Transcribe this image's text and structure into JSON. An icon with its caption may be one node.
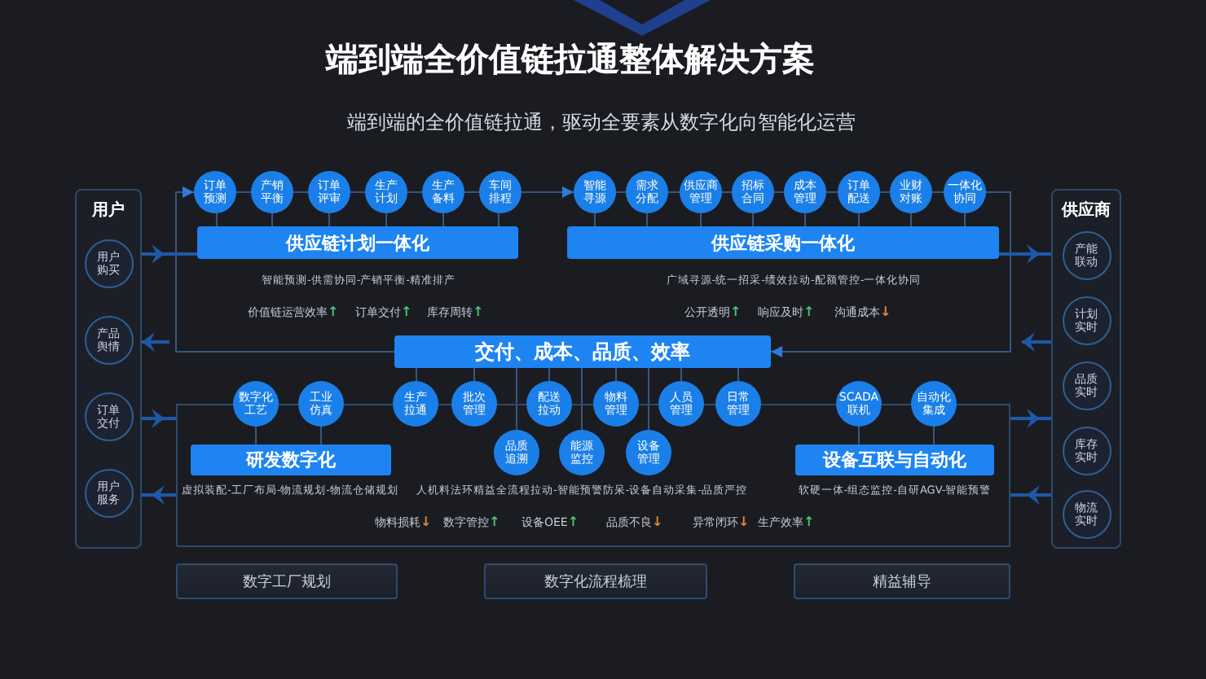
{
  "diagram": {
    "title": "端到端全价值链拉通整体解决方案",
    "nodes": [
      {
        "text": [
          "用户"
        ]
      },
      {
        "text": [
          "用户购买"
        ],
        "in": 0
      },
      {
        "text": [
          "产品舆情"
        ],
        "in": 0
      },
      {
        "text": [
          "订单交付"
        ],
        "in": 0
      },
      {
        "text": [
          "用户服务"
        ],
        "in": 0
      },
      {
        "text": [
          "订单预测"
        ]
      },
      {
        "text": [
          "产销平衡"
        ]
      },
      {
        "text": [
          "订单评审"
        ]
      },
      {
        "text": [
          "生产计划"
        ]
      },
      {
        "text": [
          "生产备料"
        ]
      },
      {
        "text": [
          "车间排程"
        ]
      },
      {
        "text": [
          "智能寻源"
        ]
      },
      {
        "text": [
          "需求分配"
        ]
      },
      {
        "text": [
          "供应商管理"
        ]
      },
      {
        "text": [
          "招标合同"
        ]
      },
      {
        "text": [
          "成本管理"
        ]
      },
      {
        "text": [
          "订单配送"
        ]
      },
      {
        "text": [
          "业财对账"
        ]
      },
      {
        "text": [
          "一体化协同"
        ]
      },
      {
        "text": [
          "供应链计划一体化"
        ],
        "beside": [
          "智能预测-供需协同-产销平衡-精准排产",
          "价值链运营效率↑",
          "订单交付↑",
          "库存周转↑"
        ]
      },
      {
        "text": [
          "供应链采购一体化"
        ],
        "beside": [
          "广域寻源-统一招采-绩效拉动-配额管控-一体化协同",
          "公开透明↑",
          "响应及时↑",
          "沟通成本↓"
        ]
      },
      {
        "text": [
          "交付、成本、品质、效率"
        ]
      },
      {
        "text": [],
        "shape": "box"
      },
      {
        "text": [
          "数字化工艺"
        ]
      },
      {
        "text": [
          "工业仿真"
        ]
      },
      {
        "text": [
          "生产拉通"
        ]
      },
      {
        "text": [
          "批次管理"
        ]
      },
      {
        "text": [
          "配送拉动"
        ]
      },
      {
        "text": [
          "物料管理"
        ]
      },
      {
        "text": [
          "人员管理"
        ]
      },
      {
        "text": [
          "日常管理"
        ]
      },
      {
        "text": [
          "SCADA联机"
        ]
      },
      {
        "text": [
          "自动化集成"
        ]
      },
      {
        "text": [
          "品质追溯"
        ],
        "in": 22
      },
      {
        "text": [
          "能源监控"
        ],
        "in": 22
      },
      {
        "text": [
          "设备管理"
        ],
        "in": 22
      },
      {
        "text": [
          "研发数字化"
        ],
        "in": 22,
        "beside": [
          "虚拟装配-工厂布局-物流规划-物流仓储规划"
        ]
      },
      {
        "text": [
          "设备互联与自动化"
        ],
        "in": 22,
        "beside": [
          "软硬一体-组态监控-自研AGV-智能预警"
        ]
      },
      {
        "text": [
          "供应商"
        ]
      },
      {
        "text": [
          "产能联动"
        ],
        "in": 38
      },
      {
        "text": [
          "计划实时"
        ],
        "in": 38
      },
      {
        "text": [
          "品质实时"
        ],
        "in": 38
      },
      {
        "text": [
          "库存实时"
        ],
        "in": 38
      },
      {
        "text": [
          "物流实时"
        ],
        "in": 38
      },
      {
        "text": [
          "数字工厂规划"
        ]
      },
      {
        "text": [
          "数字化流程梳理"
        ]
      },
      {
        "text": [
          "精益辅导"
        ]
      }
    ],
    "edges": [
      {
        "from": 21,
        "to": 5,
        "arrow": "to"
      },
      {
        "from": 5,
        "to": 6,
        "arrow": "none"
      },
      {
        "from": 6,
        "to": 7,
        "arrow": "none"
      },
      {
        "from": 7,
        "to": 8,
        "arrow": "none"
      },
      {
        "from": 8,
        "to": 9,
        "arrow": "none"
      },
      {
        "from": 9,
        "to": 10,
        "arrow": "none"
      },
      {
        "from": 10,
        "to": 11,
        "arrow": "to"
      },
      {
        "from": 11,
        "to": 12,
        "arrow": "none"
      },
      {
        "from": 12,
        "to": 13,
        "arrow": "none"
      },
      {
        "from": 13,
        "to": 14,
        "arrow": "none"
      },
      {
        "from": 14,
        "to": 15,
        "arrow": "none"
      },
      {
        "from": 15,
        "to": 16,
        "arrow": "none"
      },
      {
        "from": 16,
        "to": 17,
        "arrow": "none"
      },
      {
        "from": 17,
        "to": 18,
        "arrow": "none"
      },
      {
        "from": 18,
        "to": 21,
        "arrow": "to"
      },
      {
        "from": 5,
        "to": 19,
        "arrow": "none"
      },
      {
        "from": 6,
        "to": 19,
        "arrow": "none"
      },
      {
        "from": 7,
        "to": 19,
        "arrow": "none"
      },
      {
        "from": 8,
        "to": 19,
        "arrow": "none"
      },
      {
        "from": 9,
        "to": 19,
        "arrow": "none"
      },
      {
        "from": 10,
        "to": 19,
        "arrow": "none"
      },
      {
        "from": 11,
        "to": 20,
        "arrow": "none"
      },
      {
        "from": 12,
        "to": 20,
        "arrow": "none"
      },
      {
        "from": 13,
        "to": 20,
        "arrow": "none"
      },
      {
        "from": 14,
        "to": 20,
        "arrow": "none"
      },
      {
        "from": 15,
        "to": 20,
        "arrow": "none"
      },
      {
        "from": 16,
        "to": 20,
        "arrow": "none"
      },
      {
        "from": 17,
        "to": 20,
        "arrow": "none"
      },
      {
        "from": 18,
        "to": 20,
        "arrow": "none"
      },
      {
        "from": 23,
        "to": 36,
        "arrow": "none"
      },
      {
        "from": 24,
        "to": 36,
        "arrow": "none"
      },
      {
        "from": 21,
        "to": 25,
        "arrow": "none"
      },
      {
        "from": 21,
        "to": 26,
        "arrow": "none"
      },
      {
        "from": 21,
        "to": 27,
        "arrow": "none"
      },
      {
        "from": 21,
        "to": 28,
        "arrow": "none"
      },
      {
        "from": 21,
        "to": 29,
        "arrow": "none"
      },
      {
        "from": 21,
        "to": 30,
        "arrow": "none"
      },
      {
        "from": 21,
        "to": 33,
        "arrow": "none"
      },
      {
        "from": 21,
        "to": 34,
        "arrow": "none"
      },
      {
        "from": 21,
        "to": 35,
        "arrow": "none"
      },
      {
        "from": 31,
        "to": 37,
        "arrow": "none"
      },
      {
        "from": 32,
        "to": 37,
        "arrow": "none"
      },
      {
        "from": 0,
        "to": 19,
        "arrow": "to"
      },
      {
        "from": null,
        "to": 0,
        "arrow": "to"
      },
      {
        "from": 0,
        "to": 22,
        "arrow": "to"
      },
      {
        "from": 22,
        "to": 0,
        "arrow": "to"
      },
      {
        "from": 20,
        "to": 38,
        "arrow": "to"
      },
      {
        "from": 38,
        "to": null,
        "arrow": "to"
      },
      {
        "from": 22,
        "to": 38,
        "arrow": "to"
      },
      {
        "from": 38,
        "to": 22,
        "arrow": "to"
      }
    ],
    "labels": [
      "端到端的全价值链拉通，驱动全要素从数字化向智能化运营",
      "人机料法环精益全流程拉动-智能预警防呆-设备自动采集-品质严控",
      "物料损耗↓",
      "数字管控↑",
      "设备OEE↑",
      "品质不良↓",
      "异常闭环↓",
      "生产效率↑"
    ]
  }
}
